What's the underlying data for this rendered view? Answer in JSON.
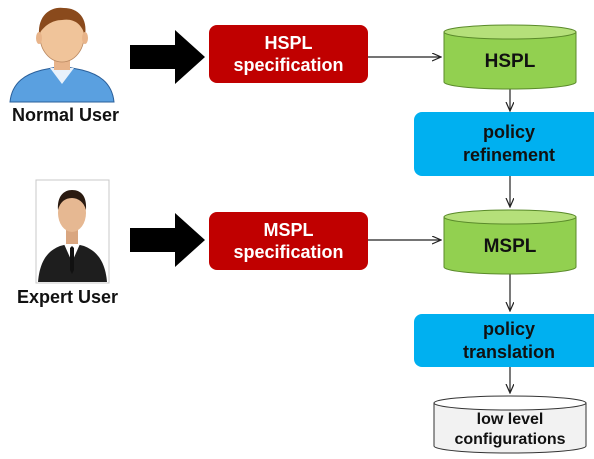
{
  "users": {
    "normal": {
      "label": "Normal User"
    },
    "expert": {
      "label": "Expert User"
    }
  },
  "specs": {
    "hspl": "HSPL\nspecification",
    "mspl": "MSPL\nspecification"
  },
  "stores": {
    "hspl": "HSPL",
    "mspl": "MSPL",
    "low_level": "low level\nconfigurations"
  },
  "processes": {
    "refinement": "policy\nrefinement",
    "translation": "policy\ntranslation"
  },
  "colors": {
    "spec_red": "#c00000",
    "store_green": "#92d050",
    "process_blue": "#00b0f0",
    "config_gray": "#f2f2f2"
  }
}
